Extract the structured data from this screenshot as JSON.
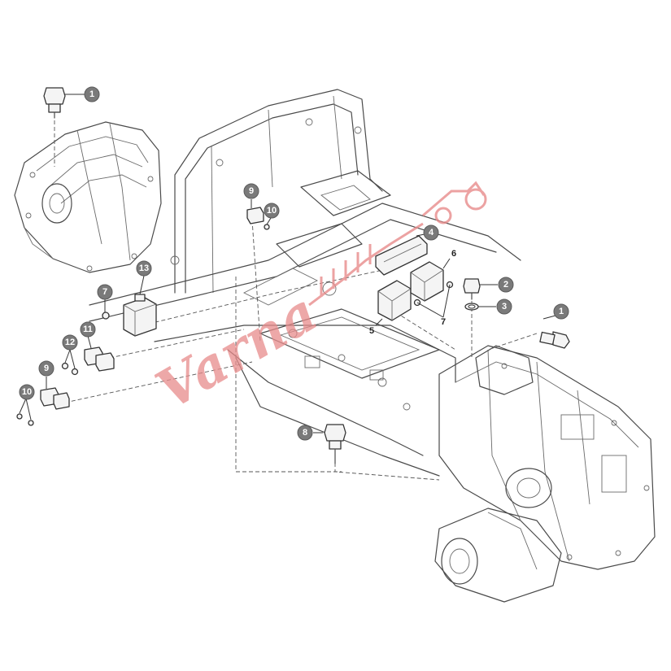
{
  "diagram": {
    "callouts": [
      {
        "id": "c1a",
        "label": "1"
      },
      {
        "id": "c1b",
        "label": "1"
      },
      {
        "id": "c2",
        "label": "2"
      },
      {
        "id": "c3",
        "label": "3"
      },
      {
        "id": "c4",
        "label": "4"
      },
      {
        "id": "c5",
        "label": "5"
      },
      {
        "id": "c6",
        "label": "6"
      },
      {
        "id": "c7a",
        "label": "7"
      },
      {
        "id": "c7b",
        "label": "7"
      },
      {
        "id": "c8",
        "label": "8"
      },
      {
        "id": "c9a",
        "label": "9"
      },
      {
        "id": "c9b",
        "label": "9"
      },
      {
        "id": "c10a",
        "label": "10"
      },
      {
        "id": "c10b",
        "label": "10"
      },
      {
        "id": "c11",
        "label": "11"
      },
      {
        "id": "c12",
        "label": "12"
      },
      {
        "id": "c13",
        "label": "13"
      }
    ],
    "watermark": {
      "text": "Varna",
      "color": "#e88c8c"
    }
  }
}
